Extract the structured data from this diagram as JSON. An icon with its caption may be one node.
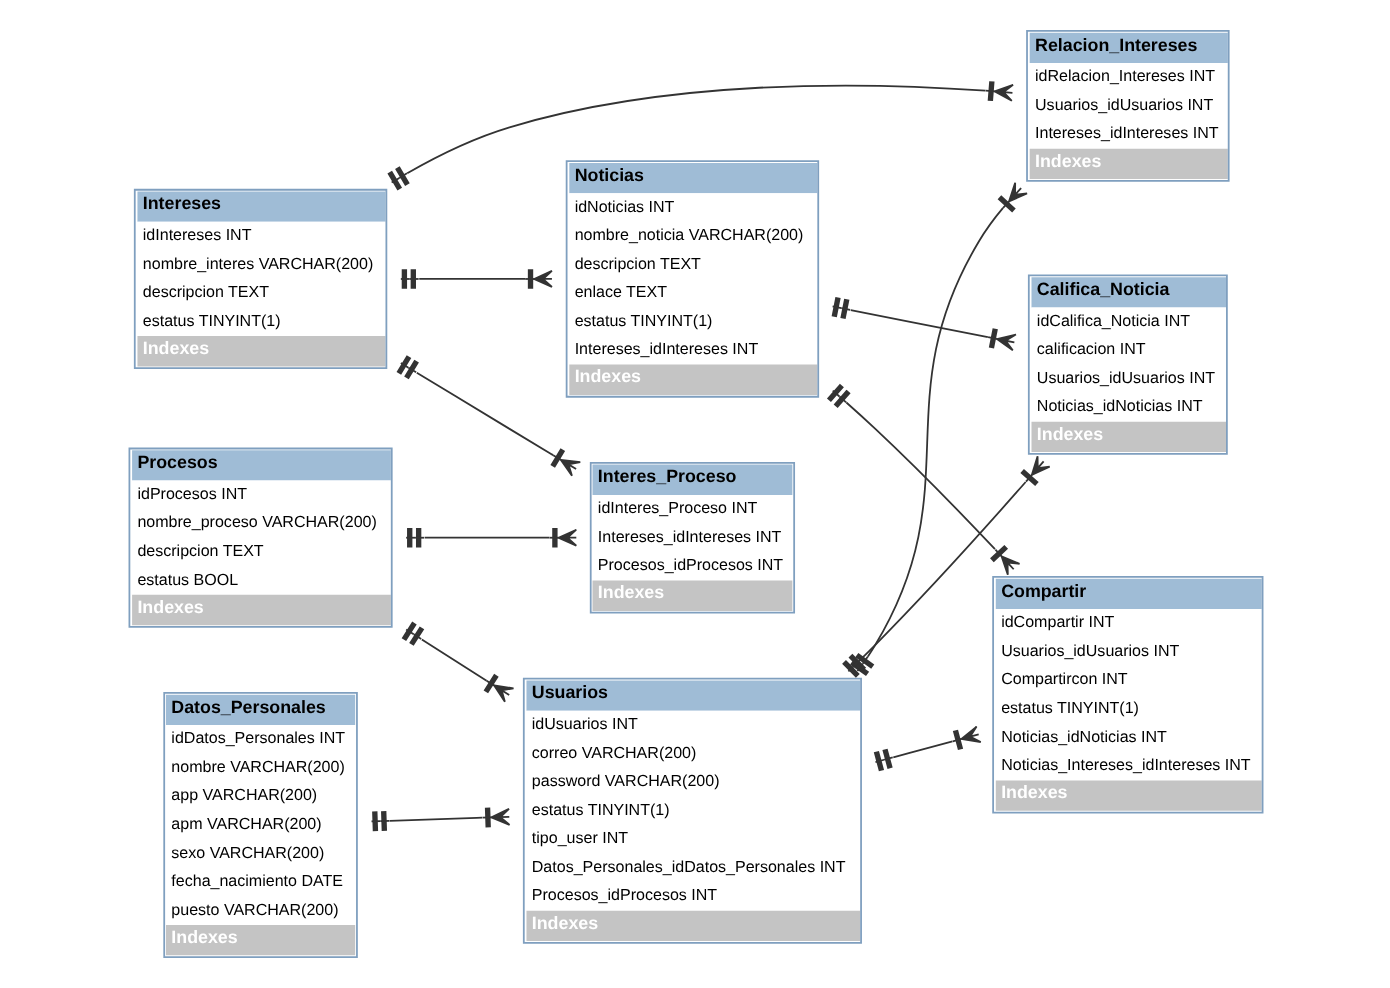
{
  "diagram": {
    "nodes": [
      {
        "text": [
          "Usuarios",
          "idUsuarios INT",
          "correo VARCHAR(200)",
          "password VARCHAR(200)",
          "estatus TINYINT(1)",
          "tipo_user INT",
          "Datos_Personales_idDatos_Personales INT",
          "Procesos_idProcesos INT",
          "Indexes"
        ]
      },
      {
        "text": [
          "Procesos",
          "idProcesos INT",
          "nombre_proceso VARCHAR(200)",
          "descripcion TEXT",
          "estatus BOOL",
          "Indexes"
        ]
      },
      {
        "text": [
          "Relacion_Intereses",
          "idRelacion_Intereses INT",
          "Usuarios_idUsuarios INT",
          "Intereses_idIntereses INT",
          "Indexes"
        ]
      },
      {
        "text": [
          "Intereses",
          "idIntereses INT",
          "nombre_interes VARCHAR(200)",
          "descripcion TEXT",
          "estatus TINYINT(1)",
          "Indexes"
        ]
      },
      {
        "text": [
          "Interes_Proceso",
          "idInteres_Proceso INT",
          "Intereses_idIntereses INT",
          "Procesos_idProcesos INT",
          "Indexes"
        ]
      },
      {
        "text": [
          "Califica_Noticia",
          "idCalifica_Noticia INT",
          "calificacion INT",
          "Usuarios_idUsuarios INT",
          "Noticias_idNoticias INT",
          "Indexes"
        ]
      },
      {
        "text": [
          "Datos_Personales",
          "idDatos_Personales INT",
          "nombre VARCHAR(200)",
          "app VARCHAR(200)",
          "apm VARCHAR(200)",
          "sexo VARCHAR(200)",
          "fecha_nacimiento DATE",
          "puesto VARCHAR(200)",
          "Indexes"
        ]
      },
      {
        "text": [
          "Noticias",
          "idNoticias INT",
          "nombre_noticia VARCHAR(200)",
          "descripcion TEXT",
          "enlace TEXT",
          "estatus TINYINT(1)",
          "Intereses_idIntereses INT",
          "Indexes"
        ]
      },
      {
        "text": [
          "Compartir",
          "idCompartir INT",
          "Usuarios_idUsuarios INT",
          "Compartircon INT",
          "estatus TINYINT(1)",
          "Noticias_idNoticias INT",
          "Noticias_Intereses_idIntereses INT",
          "Indexes"
        ]
      }
    ],
    "edges": [
      {
        "from": 1,
        "to": 0,
        "arrow": "other"
      },
      {
        "from": 0,
        "to": 2,
        "arrow": "other"
      },
      {
        "from": 0,
        "to": 8,
        "arrow": "other"
      },
      {
        "from": 6,
        "to": 0,
        "arrow": "other"
      },
      {
        "from": 0,
        "to": 5,
        "arrow": "other"
      },
      {
        "from": 3,
        "to": 2,
        "arrow": "other"
      },
      {
        "from": 1,
        "to": 4,
        "arrow": "other"
      },
      {
        "from": 3,
        "to": 4,
        "arrow": "other"
      },
      {
        "from": 3,
        "to": 7,
        "arrow": "other"
      },
      {
        "from": 7,
        "to": 5,
        "arrow": "other"
      },
      {
        "from": 7,
        "to": 8,
        "arrow": "other"
      }
    ]
  }
}
